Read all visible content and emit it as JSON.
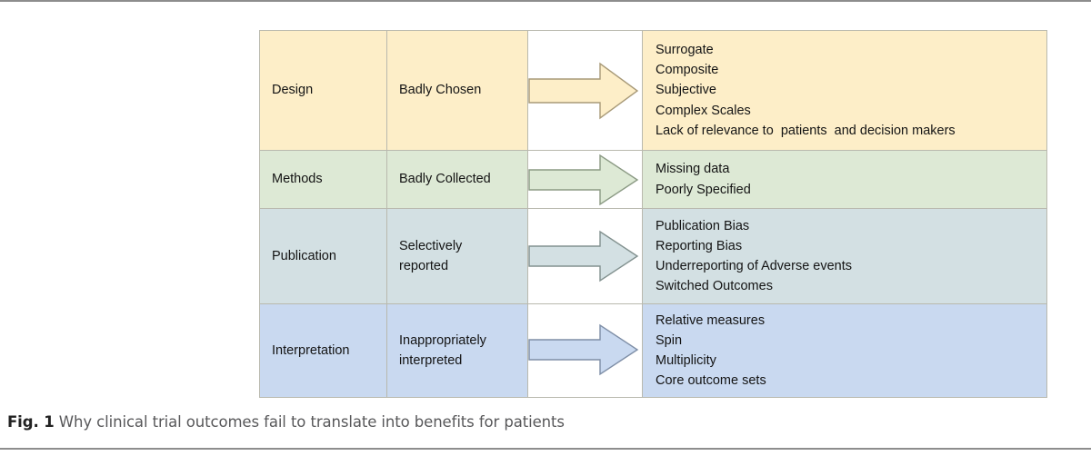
{
  "figure": {
    "caption_label": "Fig. 1",
    "caption_text": "Why clinical trial outcomes fail to translate into benefits for patients"
  },
  "colors": {
    "row_design": "#fdeec8",
    "row_methods": "#dde9d5",
    "row_publication": "#d3e0e3",
    "row_interpretation": "#c9d9f0",
    "border": "#b9b9ae",
    "arrow_stroke": "#8a8a7e",
    "text": "#141414"
  },
  "rows": [
    {
      "category": "Design",
      "description": "Badly  Chosen",
      "arrow": "right-arrow-icon",
      "fill": "#fdeec8",
      "stroke": "#a89a78",
      "outcomes": [
        "Surrogate",
        "Composite",
        "Subjective",
        "Complex Scales",
        "Lack of relevance to  patients  and decision makers"
      ]
    },
    {
      "category": "Methods",
      "description": "Badly Collected",
      "arrow": "right-arrow-icon",
      "fill": "#dde9d5",
      "stroke": "#8b9a84",
      "outcomes": [
        "Missing data",
        "Poorly Specified"
      ]
    },
    {
      "category": "Publication",
      "description": "Selectively\nreported",
      "arrow": "right-arrow-icon",
      "fill": "#d3e0e3",
      "stroke": "#82918f",
      "outcomes": [
        "Publication Bias",
        "Reporting Bias",
        "Underreporting of Adverse events",
        "Switched Outcomes"
      ]
    },
    {
      "category": "Interpretation",
      "description": "Inappropriately\ninterpreted",
      "arrow": "right-arrow-icon",
      "fill": "#c9d9f0",
      "stroke": "#7e8ea6",
      "outcomes": [
        "Relative measures",
        "Spin",
        "Multiplicity",
        "Core outcome sets"
      ]
    }
  ]
}
